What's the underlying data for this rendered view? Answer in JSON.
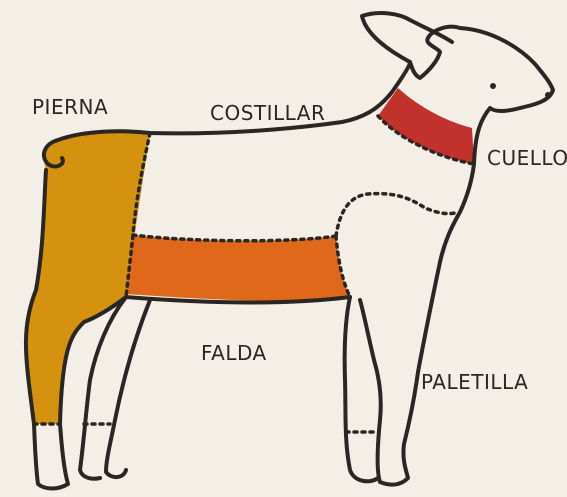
{
  "labels": {
    "pierna": "PIERNA",
    "costillar": "COSTILLAR",
    "cuello": "CUELLO",
    "falda": "FALDA",
    "paletilla": "PALETILLA"
  },
  "colors": {
    "background": "#f3efe7",
    "pierna": "#d4920f",
    "falda": "#e0681a",
    "cuello": "#c0322b",
    "outline": "#2a2623"
  }
}
